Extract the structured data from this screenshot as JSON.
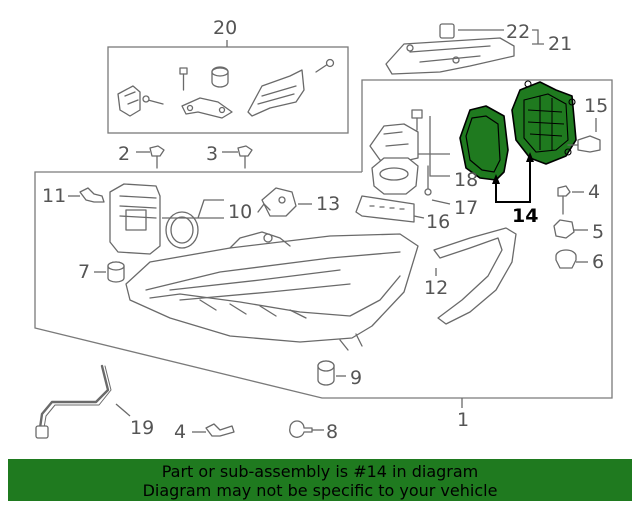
{
  "diagram": {
    "callouts": {
      "c1": "1",
      "c2": "2",
      "c3": "3",
      "c4a": "4",
      "c4b": "4",
      "c5": "5",
      "c6": "6",
      "c7": "7",
      "c8": "8",
      "c9": "9",
      "c10": "10",
      "c11": "11",
      "c12": "12",
      "c13": "13",
      "c14": "14",
      "c15": "15",
      "c16": "16",
      "c17": "17",
      "c18": "18",
      "c19": "19",
      "c20": "20",
      "c21": "21",
      "c22": "22"
    },
    "highlighted_part": "14",
    "colors": {
      "highlight": "#1f7a1f",
      "banner": "#1f7a1f",
      "line": "#6a6a6a"
    }
  },
  "banner": {
    "line1": "Part or sub-assembly is #14 in diagram",
    "line2": "Diagram may not be specific to your vehicle"
  }
}
